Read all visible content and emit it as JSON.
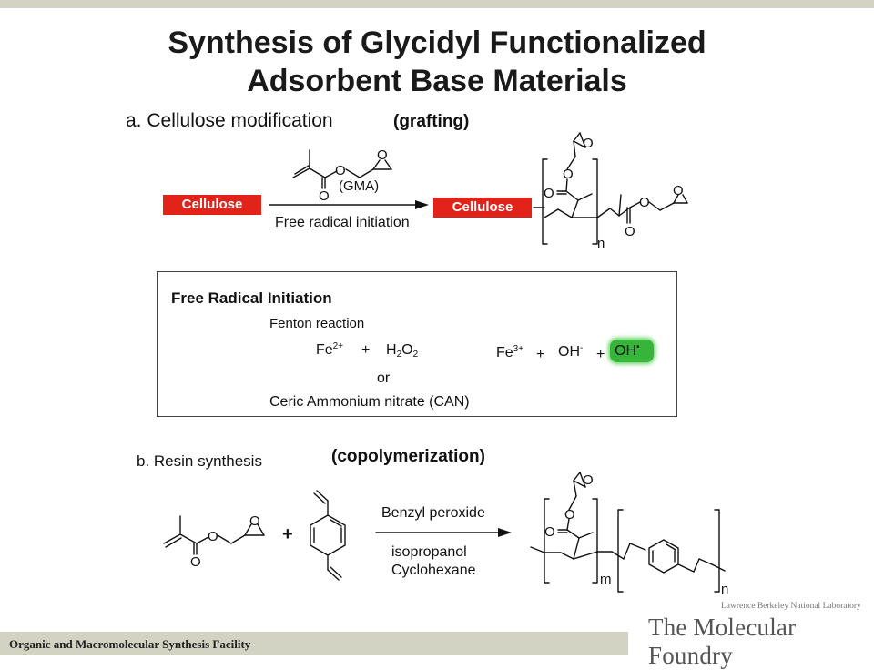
{
  "title_line1": "Synthesis of Glycidyl Functionalized",
  "title_line2": "Adsorbent Base Materials",
  "part_a": {
    "label": "a. Cellulose modification",
    "tag": "(grafting)",
    "reagent_abbrev": "(GMA)",
    "condition": "Free radical initiation",
    "substrate": "Cellulose",
    "product_substrate": "Cellulose",
    "repeat": "n"
  },
  "initiation": {
    "heading": "Free Radical Initiation",
    "fenton": "Fenton reaction",
    "fe2": "Fe",
    "fe2_charge": "2+",
    "plus1": "+",
    "h2o2_h": "H",
    "h2o2_2a": "2",
    "h2o2_o": "O",
    "h2o2_2b": "2",
    "fe3": "Fe",
    "fe3_charge": "3+",
    "plus2": "+",
    "oh_minus": "OH",
    "oh_minus_charge": "-",
    "plus3": "+",
    "oh_radical": "OH",
    "oh_radical_dot": "•",
    "or": "or",
    "can": "Ceric Ammonium nitrate (CAN)"
  },
  "part_b": {
    "label": "b. Resin synthesis",
    "tag": "(copolymerization)",
    "plus": "+",
    "cond1": "Benzyl peroxide",
    "cond2": "isopropanol",
    "cond3": "Cyclohexane",
    "repeat_m": "m",
    "repeat_n": "n"
  },
  "atoms": {
    "O": "O"
  },
  "footer": {
    "facility": "Organic and Macromolecular Synthesis Facility",
    "lab": "Lawrence Berkeley National Laboratory",
    "org": "The Molecular Foundry"
  },
  "colors": {
    "cellulose_red": "#e2231a",
    "oh_green": "#36b53a",
    "footer_bar": "#d3d3c4"
  }
}
